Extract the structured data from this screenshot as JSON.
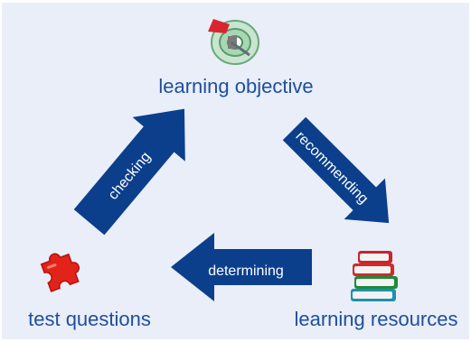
{
  "nodes": {
    "objective": {
      "label": "learning objective",
      "icon": "target-icon"
    },
    "resources": {
      "label": "learning resources",
      "icon": "books-icon"
    },
    "questions": {
      "label": "test questions",
      "icon": "puzzle-piece-icon"
    }
  },
  "edges": {
    "recommending": {
      "label": "recommending",
      "from": "learning objective",
      "to": "learning resources"
    },
    "determining": {
      "label": "determining",
      "from": "learning resources",
      "to": "test questions"
    },
    "checking": {
      "label": "checking",
      "from": "test questions",
      "to": "learning objective"
    }
  },
  "colors": {
    "background": "#e9eef8",
    "arrow": "#0b3f8c",
    "text": "#1f4e9e",
    "arrow_text": "#ffffff"
  }
}
